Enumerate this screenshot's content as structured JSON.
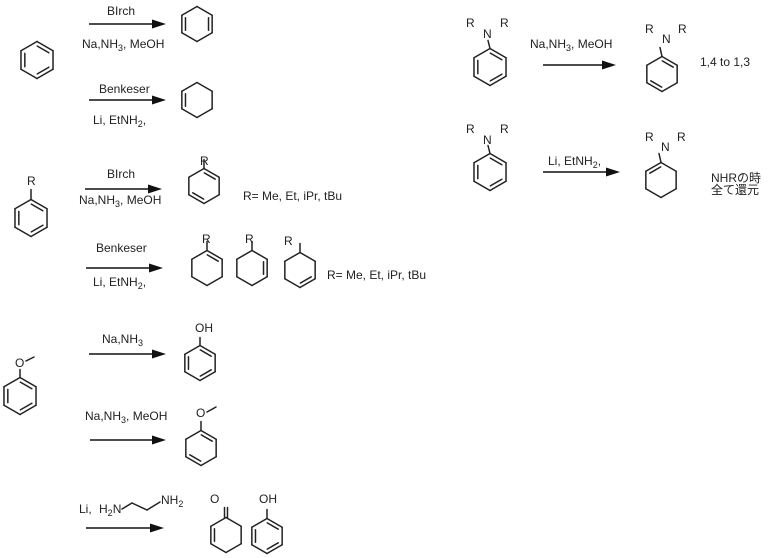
{
  "title": "Birch and Benkeser reductions of substituted benzenes",
  "reactions": [
    {
      "id": "benzene-birch",
      "substrate": "benzene",
      "reagents": {
        "top": "BIrch",
        "bottom": "Na,NH3, MeOH"
      },
      "products": [
        "1,4-cyclohexadiene"
      ]
    },
    {
      "id": "benzene-benkeser",
      "substrate": "benzene",
      "reagents": {
        "top": "Benkeser",
        "bottom": "Li, EtNH2,"
      },
      "products": [
        "cyclohexene"
      ]
    },
    {
      "id": "alkylbenzene-birch",
      "substrate": "alkylbenzene",
      "reagents": {
        "top": "BIrch",
        "bottom": "Na,NH3, MeOH"
      },
      "products": [
        "1-alkyl-1,4-cyclohexadiene"
      ],
      "note": "R= Me, Et, iPr, tBu"
    },
    {
      "id": "alkylbenzene-benkeser",
      "substrate": "alkylbenzene",
      "reagents": {
        "top": "Benkeser",
        "bottom": "Li, EtNH2,"
      },
      "products": [
        "1-alkylcyclohexene",
        "3-alkylcyclohexene",
        "4-alkylcyclohexene"
      ],
      "note": "R= Me, Et, iPr, tBu"
    },
    {
      "id": "anisole-na-nh3",
      "substrate": "anisole",
      "reagents": {
        "top": "Na,NH3",
        "bottom": ""
      },
      "products": [
        "phenol"
      ]
    },
    {
      "id": "anisole-birch",
      "substrate": "anisole",
      "reagents": {
        "top": "Na,NH3, MeOH",
        "bottom": ""
      },
      "products": [
        "1-methoxy-1,4-cyclohexadiene"
      ]
    },
    {
      "id": "anisole-li-en",
      "substrate": "anisole",
      "reagents": {
        "top": "Li, H2N-CH2CH2-NH2",
        "bottom": ""
      },
      "products": [
        "cyclohex-2-enone",
        "phenol"
      ]
    },
    {
      "id": "aniline-birch",
      "substrate": "N,N-dialkylaniline",
      "reagents": {
        "top": "Na,NH3, MeOH",
        "bottom": ""
      },
      "products": [
        "N,N-dialkyl-1,3-cyclohexadienylamine"
      ],
      "note": "1,4 to 1,3"
    },
    {
      "id": "aniline-benkeser",
      "substrate": "N,N-dialkylaniline",
      "reagents": {
        "top": "Li, EtNH2,",
        "bottom": ""
      },
      "products": [
        "N,N-dialkylcyclohexenylamine"
      ],
      "note_lines": [
        "NHRの時",
        "全て還元"
      ]
    }
  ],
  "labels": {
    "birch": "BIrch",
    "benkeser": "Benkeser",
    "na_nh3_meoh": {
      "a": "Na,NH",
      "sub": "3",
      "b": ", MeOH"
    },
    "na_nh3": {
      "a": "Na,NH",
      "sub": "3"
    },
    "li_etnh2": {
      "a": "Li, EtNH",
      "sub": "2",
      "b": ","
    },
    "li": "Li,",
    "h2n": {
      "a": "H",
      "sub": "2",
      "b": "N"
    },
    "nh2": {
      "a": "NH",
      "sub": "2"
    },
    "r_note": "R= Me, Et, iPr, tBu",
    "note_14_13": "1,4 to 1,3",
    "nhr_line1": "NHRの時",
    "nhr_line2": "全て還元"
  },
  "atoms": {
    "R": "R",
    "N": "N",
    "O": "O",
    "OH": "OH"
  }
}
